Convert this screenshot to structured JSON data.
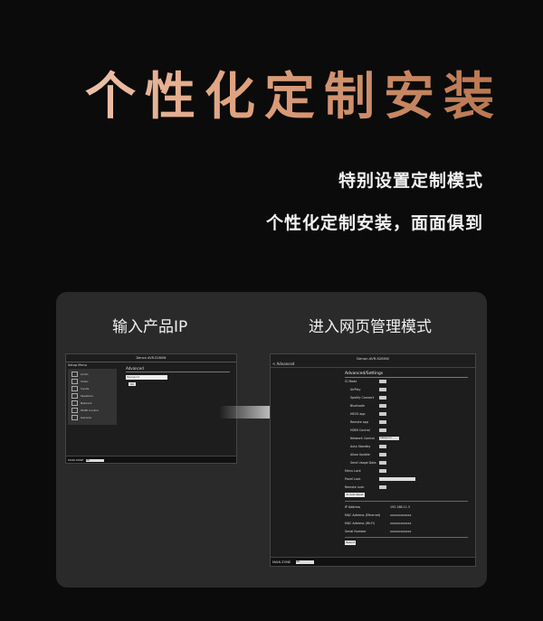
{
  "header": {
    "title": "个性化定制安装",
    "subtitle1": "特别设置定制模式",
    "subtitle2": "个性化定制安装，面面俱到"
  },
  "panel": {
    "left_label": "输入产品IP",
    "right_label": "进入网页管理模式"
  },
  "left_window": {
    "title": "Denon AVR-S280W",
    "setup_menu": "Setup Menu",
    "menu_items": [
      "Audio",
      "Video",
      "Inputs",
      "Speakers",
      "Network",
      "HDMI Control",
      "General"
    ],
    "section": "Advanced",
    "password_placeholder": "Password",
    "ok_label": "OK",
    "zone_label": "MAIN ZONE",
    "zone_value": "ON"
  },
  "right_window": {
    "title": "Denon AVR-S280W",
    "back_label": "< Advanced",
    "section_title": "Advanced/Settings",
    "rows": [
      "CI Mode",
      "AirPlay",
      "Spotify Connect",
      "Bluetooth",
      "HEOS app",
      "Remote app",
      "HDMI Control",
      "Network Control",
      "Auto Standby",
      "Allow Update",
      "Send Usage Data",
      "Menu Lock",
      "Panel Lock",
      "Remote Lock"
    ],
    "network_control_value": "Always on",
    "reset_button": "CI Auto Reset",
    "info_labels": [
      "IP Address",
      "MAC Address (Ethernet)",
      "MAC Address (Wi-Fi)",
      "Serial Number"
    ],
    "info_values": [
      "192.168.11.3",
      "xxxxxxxxxxxx",
      "xxxxxxxxxxxx",
      "xxxxxxxxxxxx"
    ],
    "reboot_button": "Reboot",
    "zone_label": "MAIN ZONE",
    "zone_value": "ON"
  },
  "colors": {
    "title_gold": "#d89a78",
    "panel_bg": "#2a2a2a",
    "page_bg": "#0b0b0b"
  }
}
